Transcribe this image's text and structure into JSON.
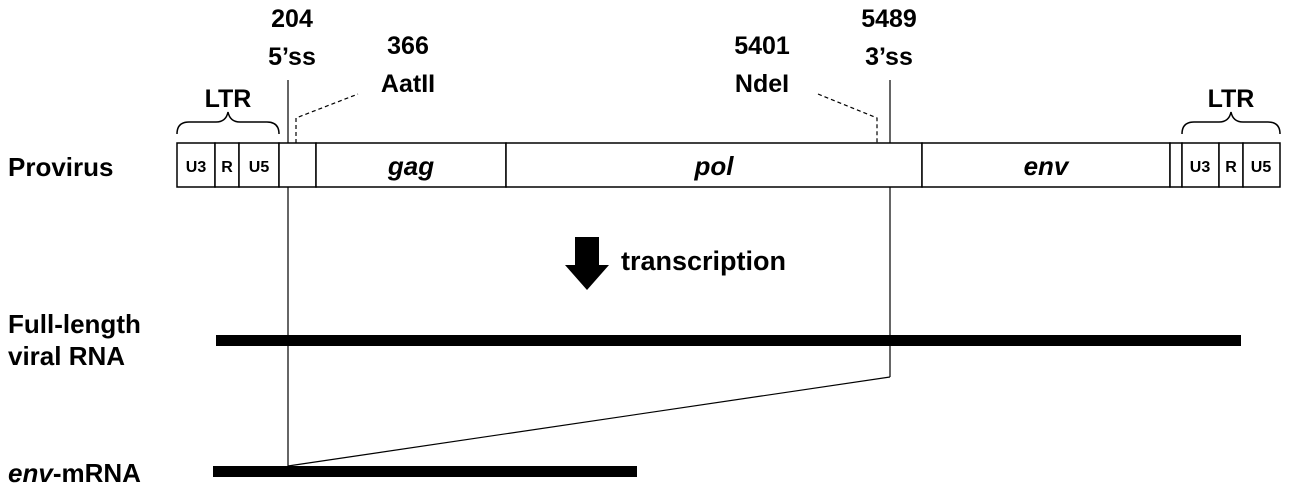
{
  "labels": {
    "provirus": "Provirus",
    "full_length_line1": "Full-length",
    "full_length_line2": "viral RNA",
    "env_mrna_italic": "env",
    "env_mrna_rest": "-mRNA",
    "transcription": "transcription",
    "ltr_left": "LTR",
    "ltr_right": "LTR"
  },
  "markers": {
    "ss5_pos": "204",
    "ss5_name": "5’ss",
    "aatii_pos": "366",
    "aatii_name": "AatII",
    "ndei_pos": "5401",
    "ndei_name": "NdeI",
    "ss3_pos": "5489",
    "ss3_name": "3’ss"
  },
  "segments": {
    "u3": "U3",
    "r": "R",
    "u5": "U5",
    "gag": "gag",
    "pol": "pol",
    "env": "env"
  }
}
